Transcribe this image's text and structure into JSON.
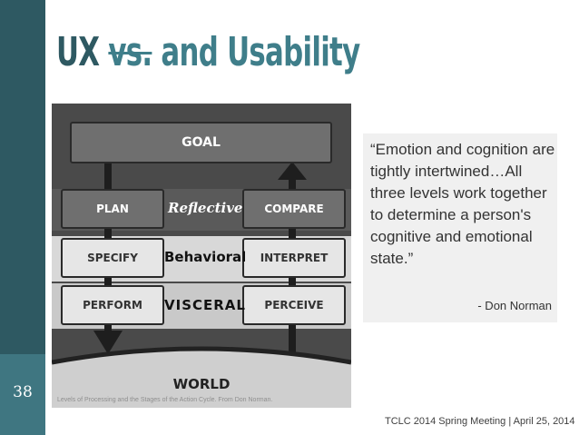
{
  "slide": {
    "title": {
      "part1": "UX",
      "struck": "vs.",
      "part2": "and Usability"
    },
    "page_number": "38",
    "footer": "TCLC 2014 Spring Meeting | April 25, 2014"
  },
  "diagram": {
    "goal": "GOAL",
    "world": "WORLD",
    "left_column": [
      "PLAN",
      "SPECIFY",
      "PERFORM"
    ],
    "right_column": [
      "COMPARE",
      "INTERPRET",
      "PERCEIVE"
    ],
    "levels": [
      "Reflective",
      "Behavioral",
      "VISCERAL"
    ],
    "caption": "Levels of Processing and the Stages of the Action Cycle. From Don Norman."
  },
  "quote": {
    "text": "“Emotion and cognition are tightly intertwined…All three levels work together to determine a person's cognitive and emotional state.”",
    "attribution": "- Don Norman"
  }
}
